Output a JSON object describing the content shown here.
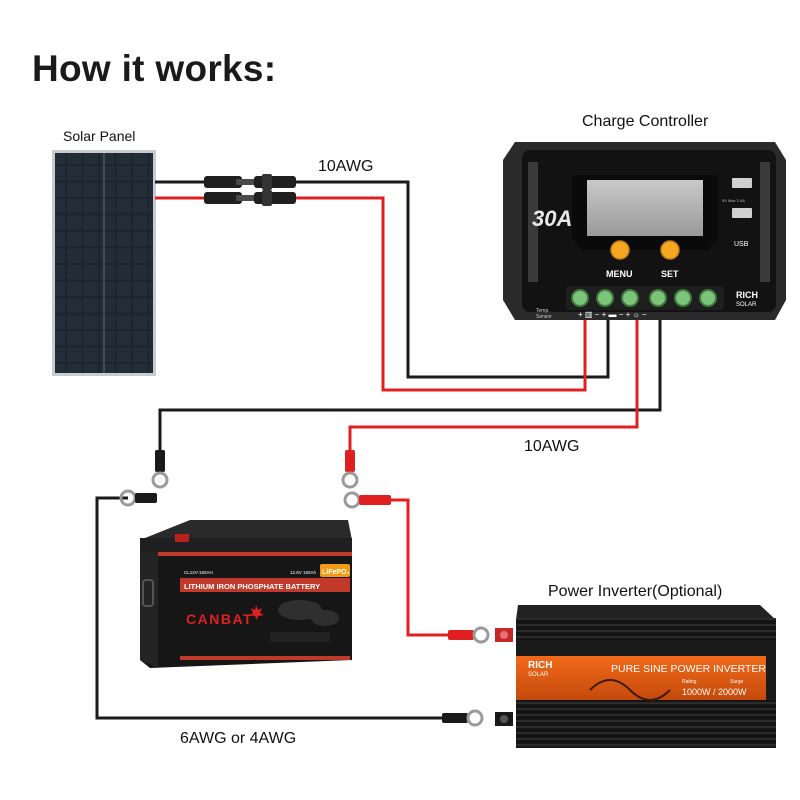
{
  "title": "How it works:",
  "labels": {
    "solar_panel": "Solar Panel",
    "charge_controller": "Charge Controller",
    "wire_top": "10AWG",
    "wire_middle": "10AWG",
    "inverter": "Power Inverter(Optional)",
    "wire_bottom": "6AWG or 4AWG"
  },
  "controller": {
    "rating": "30A",
    "menu_label": "MENU",
    "set_label": "SET",
    "usb_label": "USB",
    "usb_spec": "5V Max 2.4A",
    "brand_line1": "RICH",
    "brand_line2": "SOLAR",
    "temp_label_1": "Temp.",
    "temp_label_2": "Sensor"
  },
  "battery": {
    "model": "CL12V-150AH",
    "capacity": "12.8V 150Ah",
    "type_text": "LITHIUM IRON PHOSPHATE BATTERY",
    "chem_badge": "LiFePO₄",
    "brand": "CANBAT"
  },
  "inverter_unit": {
    "brand_line1": "RICH",
    "brand_line2": "SOLAR",
    "product": "PURE SINE POWER INVERTER",
    "rating_label": "Rating",
    "surge_label": "Surge",
    "power": "1000W / 2000W"
  },
  "colors": {
    "wire_red": "#e02020",
    "wire_black": "#1a1a1a",
    "accent_orange": "#f39c12"
  }
}
